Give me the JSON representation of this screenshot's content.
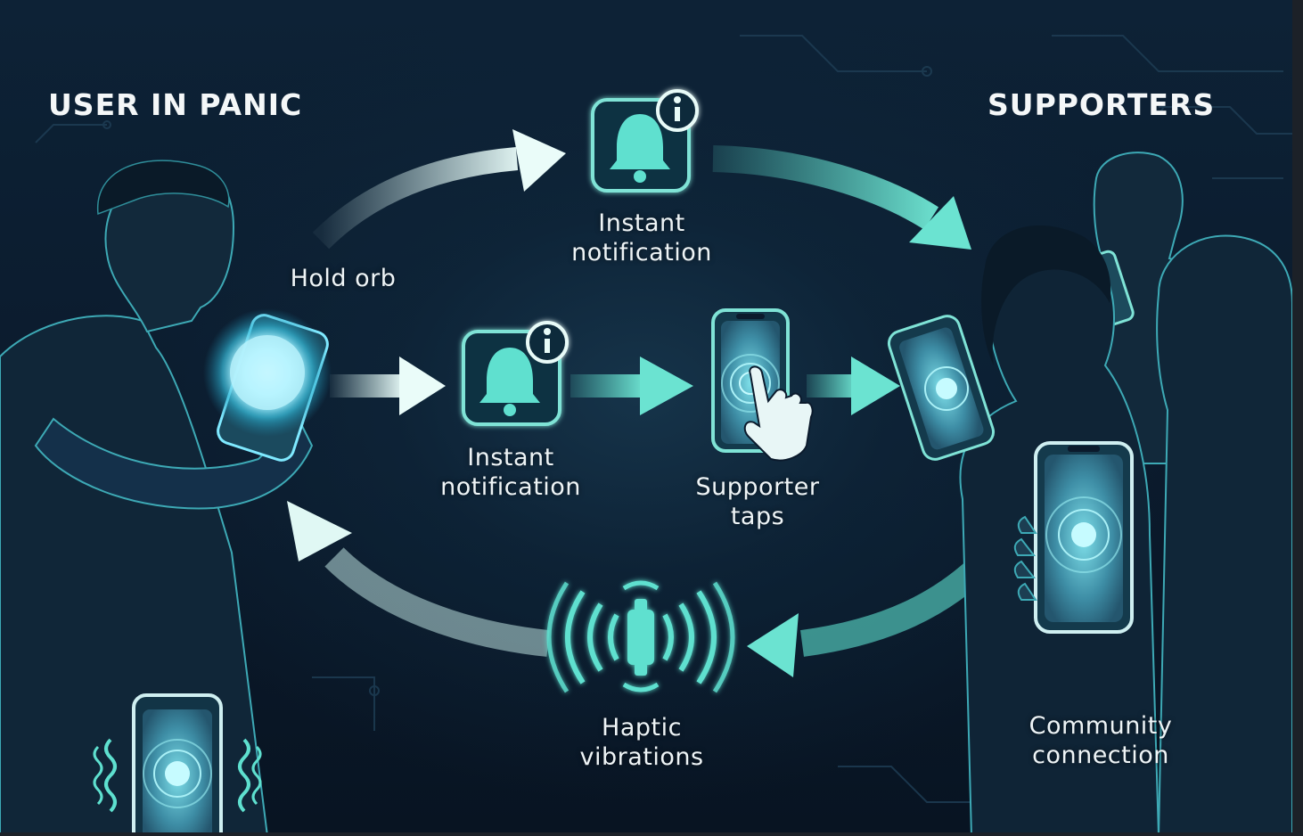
{
  "headings": {
    "left": "USER IN PANIC",
    "right": "SUPPORTERS"
  },
  "labels": {
    "hold_orb": "Hold orb",
    "top_notification": [
      "Instant",
      "notification"
    ],
    "mid_notification": [
      "Instant",
      "notification"
    ],
    "supporter_taps": [
      "Supporter",
      "taps"
    ],
    "haptic": [
      "Haptic",
      "vibrations"
    ],
    "community": [
      "Community",
      "connection"
    ]
  },
  "icons": {
    "bell": "bell-with-info-icon",
    "tap": "phone-tap-icon",
    "haptic": "vibrating-motor-icon"
  },
  "colors": {
    "background": "#0b1a2c",
    "accent": "#5ee0cf",
    "glow": "#7fe9ff",
    "text": "#eef4f6"
  }
}
